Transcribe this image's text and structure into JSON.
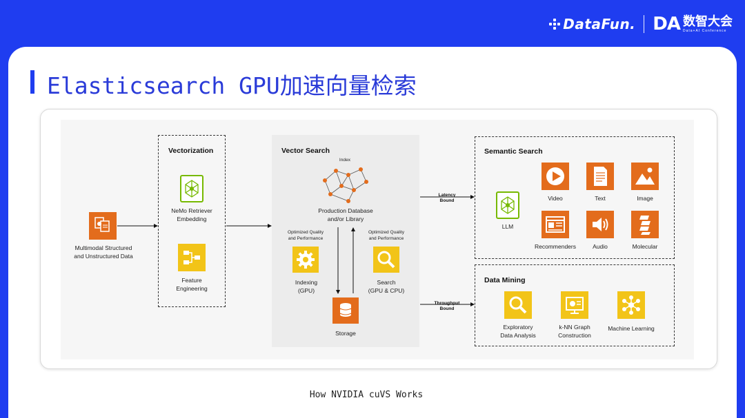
{
  "brand": {
    "datafun": "DataFun.",
    "da_letters": "DA",
    "da_cn": "数智大会",
    "da_en": "Data+AI Conference"
  },
  "slide": {
    "title": "Elasticsearch GPU加速向量检索",
    "caption": "How NVIDIA cuVS Works"
  },
  "diagram": {
    "input": {
      "label_line1": "Multimodal Structured",
      "label_line2": "and Unstructured Data"
    },
    "vectorization": {
      "title": "Vectorization",
      "nemo_line1": "NeMo Retriever",
      "nemo_line2": "Embedding",
      "feature_line1": "Feature",
      "feature_line2": "Engineering"
    },
    "vector_search": {
      "title": "Vector Search",
      "index": "Index",
      "db_line1": "Production Database",
      "db_line2": "and/or Library",
      "opt_left_line1": "Optimized Quality",
      "opt_left_line2": "and Performance",
      "opt_right_line1": "Optimized Quality",
      "opt_right_line2": "and Performance",
      "indexing_line1": "Indexing",
      "indexing_line2": "(GPU)",
      "search_line1": "Search",
      "search_line2": "(GPU & CPU)",
      "storage": "Storage"
    },
    "latency": {
      "line1": "Latency",
      "line2": "Bound"
    },
    "throughput": {
      "line1": "Throughput",
      "line2": "Bound"
    },
    "semantic_search": {
      "title": "Semantic Search",
      "llm": "LLM",
      "video": "Video",
      "text": "Text",
      "image": "Image",
      "recommenders": "Recommenders",
      "audio": "Audio",
      "molecular": "Molecular"
    },
    "data_mining": {
      "title": "Data Mining",
      "eda_line1": "Exploratory",
      "eda_line2": "Data Analysis",
      "knn_line1": "k-NN Graph",
      "knn_line2": "Construction",
      "ml": "Machine Learning"
    }
  },
  "colors": {
    "blue": "#1f3df0",
    "orange": "#e36c1c",
    "yellow": "#f2c418",
    "green": "#76b900"
  }
}
